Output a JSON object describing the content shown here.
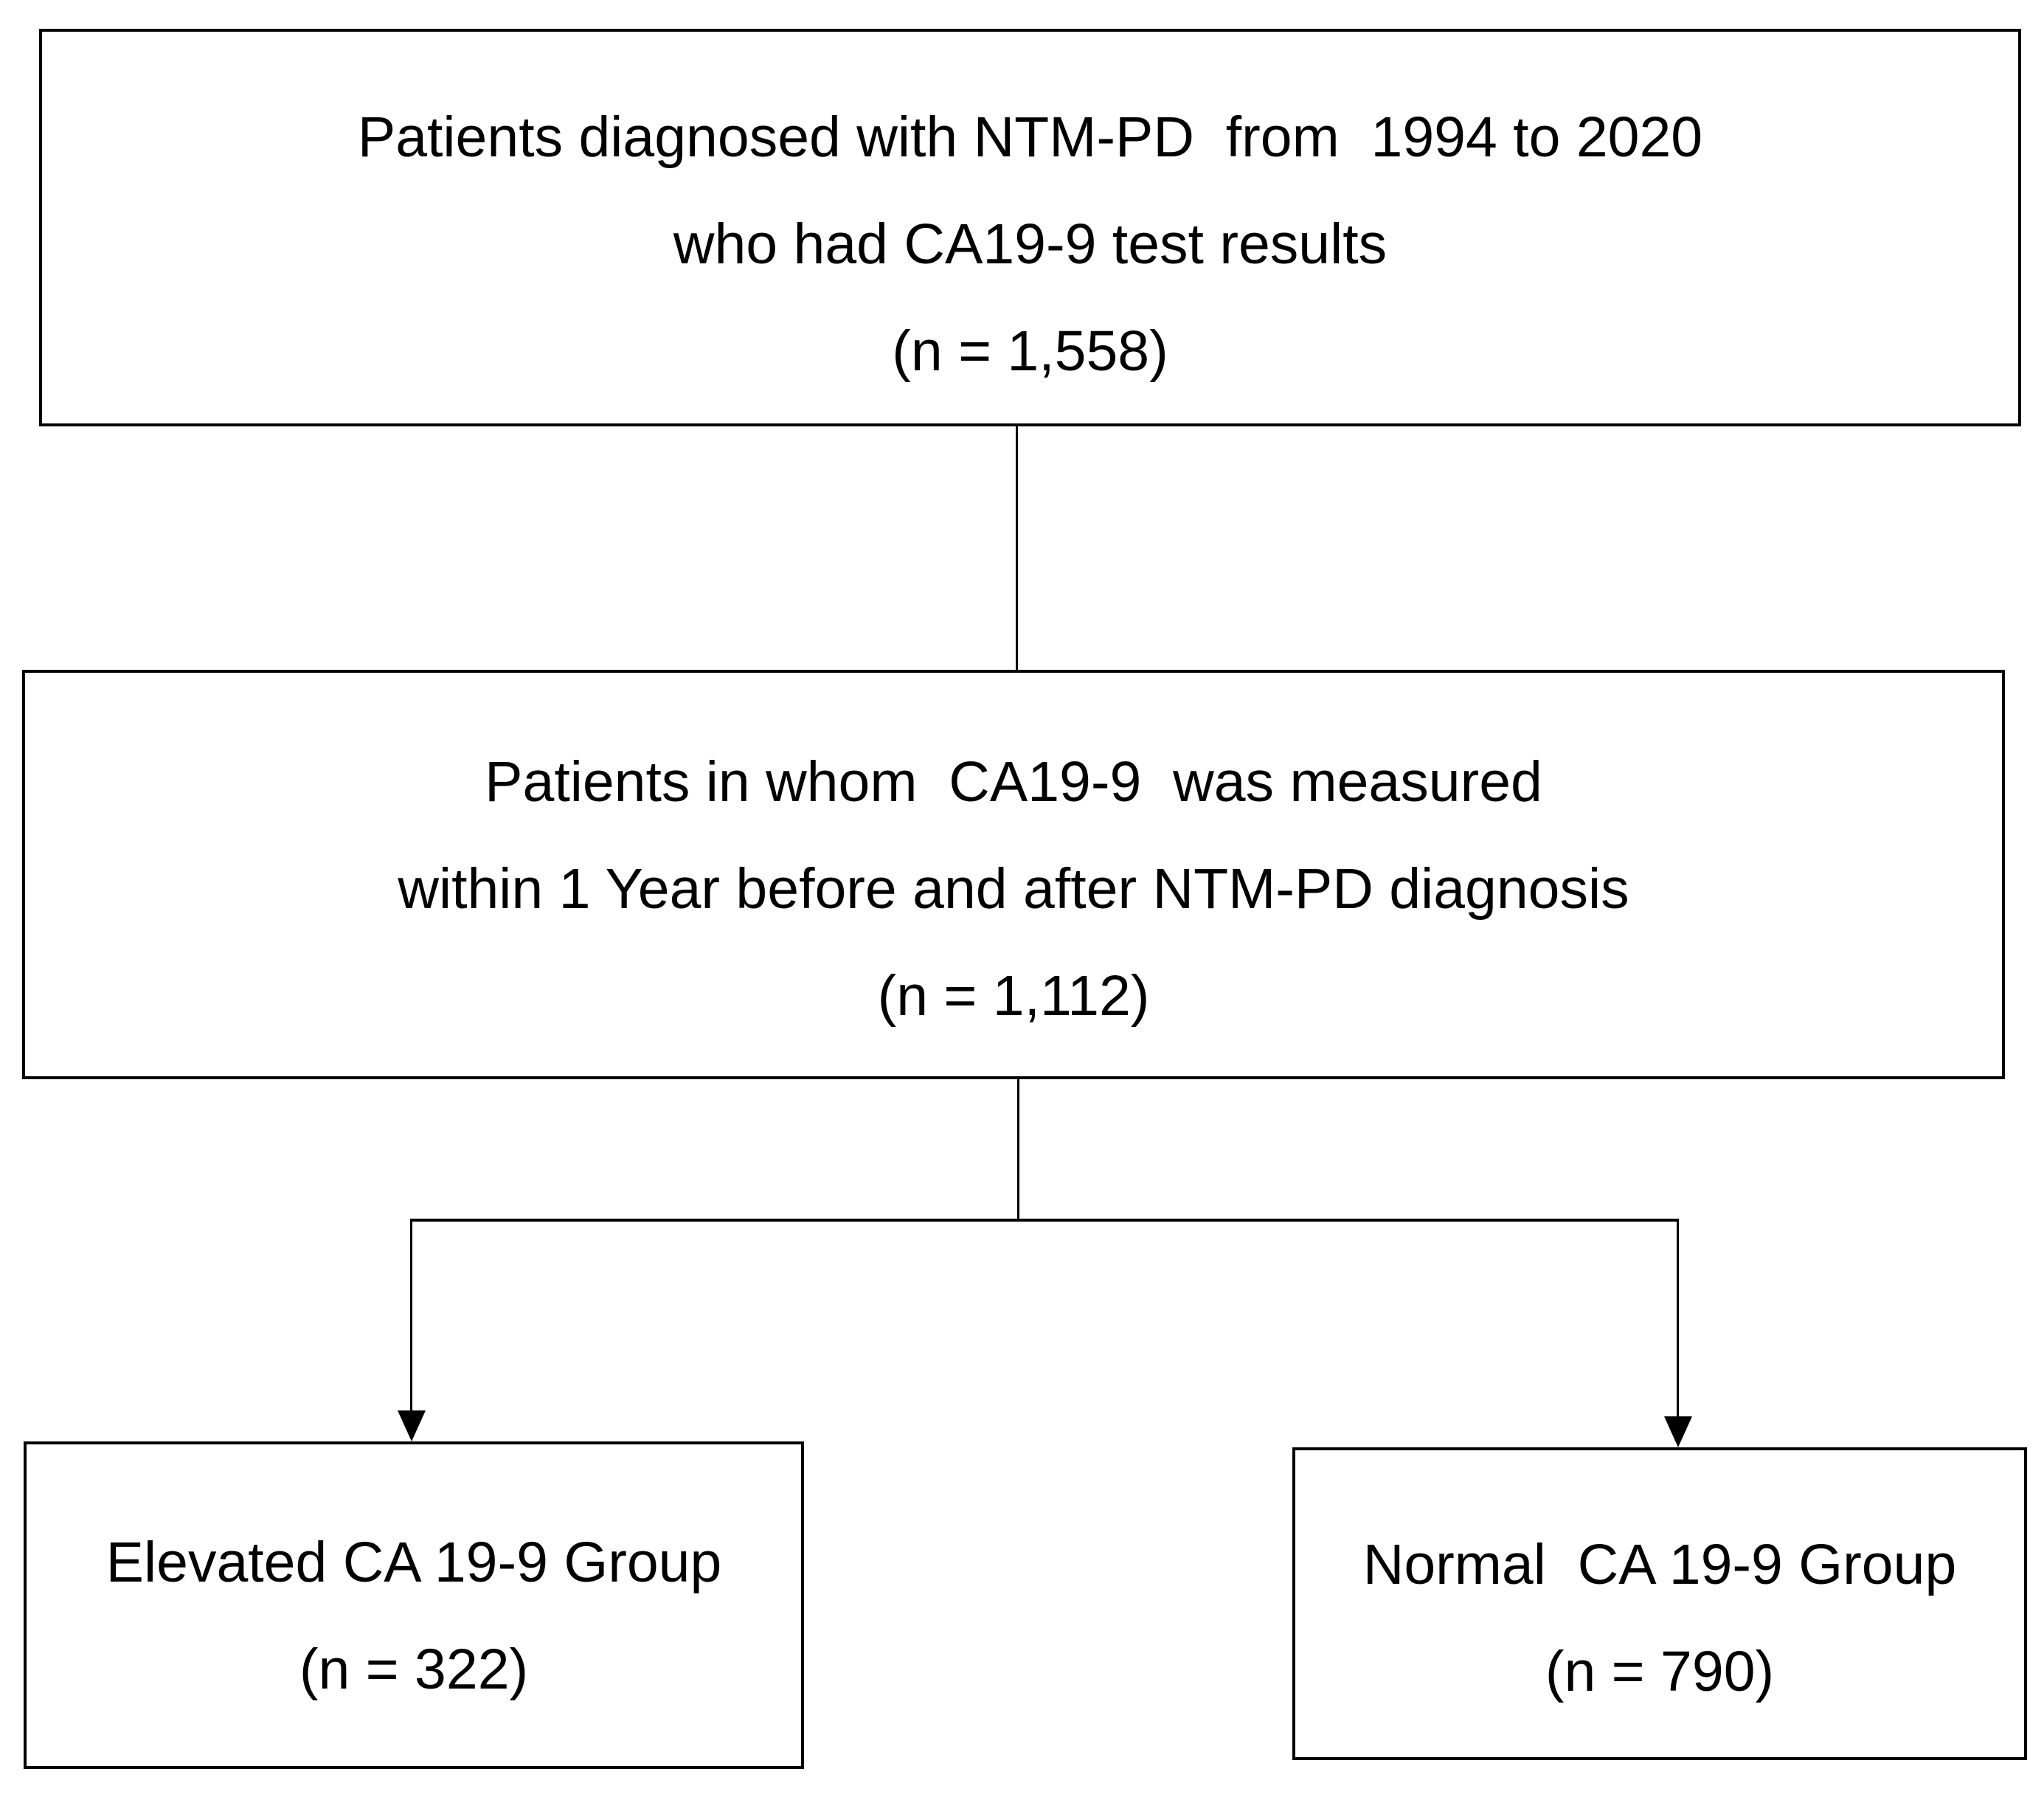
{
  "page": {
    "background_color": "#ffffff",
    "line_color": "#000000",
    "text_color": "#000000"
  },
  "flowchart": {
    "top_box": {
      "lines": [
        "Patients diagnosed with NTM-PD  from  1994 to 2020",
        "who had CA19-9 test results",
        "(n = 1,558)"
      ]
    },
    "middle_box": {
      "lines": [
        "Patients in whom  CA19-9  was measured",
        "within 1 Year before and after NTM-PD diagnosis",
        "(n = 1,112)"
      ]
    },
    "bottom_left_box": {
      "lines": [
        "Elevated CA 19-9 Group",
        "(n = 322)"
      ]
    },
    "bottom_right_box": {
      "lines": [
        "Normal  CA 19-9 Group",
        "(n = 790)"
      ]
    }
  }
}
